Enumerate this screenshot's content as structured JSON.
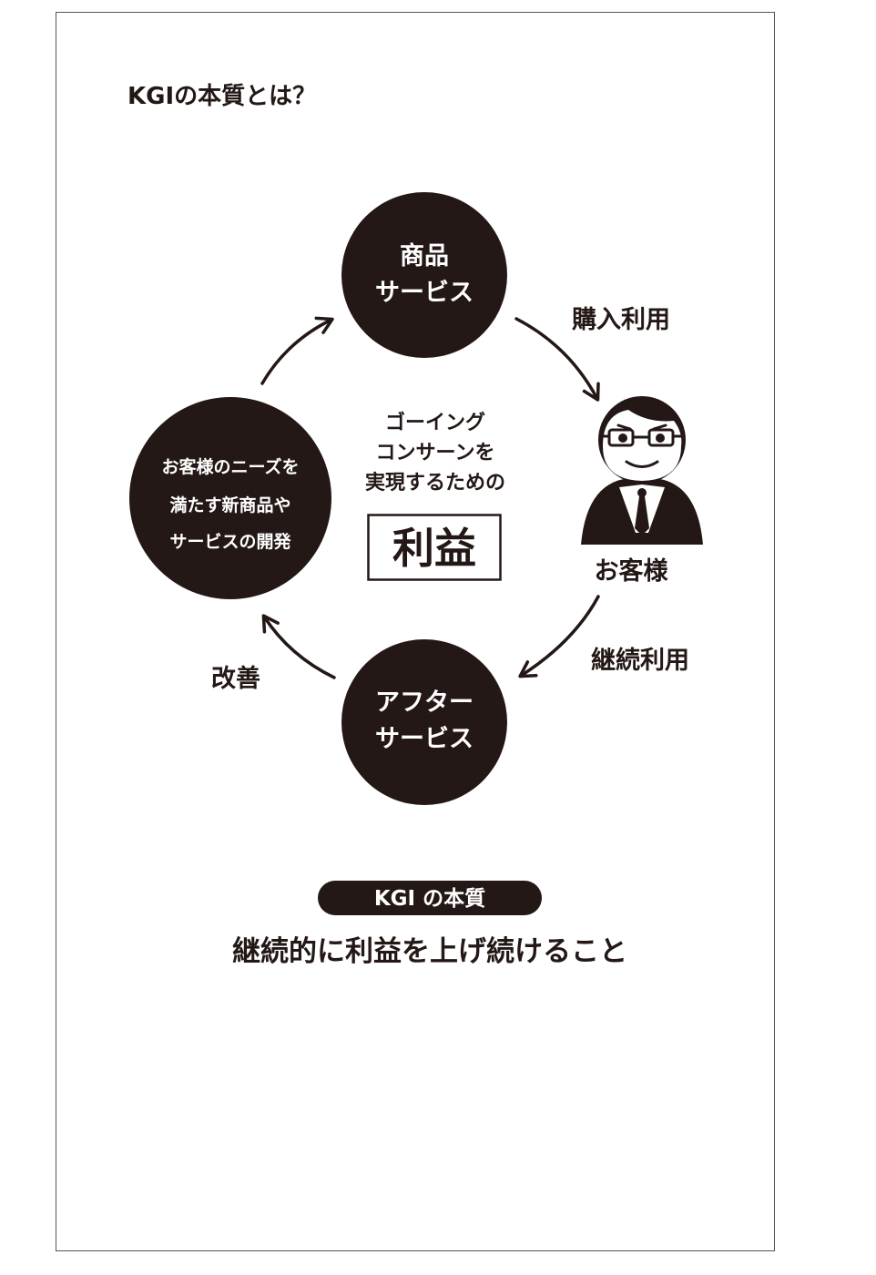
{
  "title": "KGIの本質とは？",
  "nodes": {
    "product": [
      "商品",
      "サービス"
    ],
    "needs": [
      "お客様のニーズを",
      "満たす新商品や",
      "サービスの開発"
    ],
    "after_service": [
      "アフター",
      "サービス"
    ],
    "customer": "お客様"
  },
  "edges": {
    "purchase": "購入利用",
    "continued": "継続利用",
    "improve": "改善"
  },
  "center": {
    "lines": [
      "ゴーイング",
      "コンサーンを",
      "実現するための"
    ],
    "profit": "利益"
  },
  "summary": {
    "badge": "KGI の本質",
    "text": "継続的に利益を上げ続けること"
  },
  "colors": {
    "ink": "#231815",
    "paper": "#ffffff"
  }
}
